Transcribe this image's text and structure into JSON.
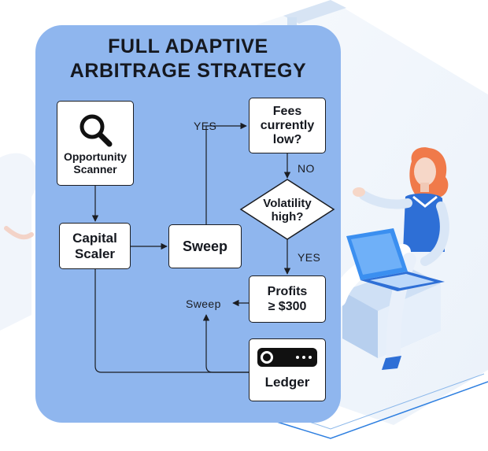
{
  "title": {
    "line1": "FULL ADAPTIVE",
    "line2": "ARBITRAGE STRATEGY"
  },
  "nodes": {
    "scanner": {
      "line1": "Opportunity",
      "line2": "Scanner",
      "icon": "search-icon"
    },
    "capital": {
      "line1": "Capital",
      "line2": "Scaler"
    },
    "sweep": {
      "label": "Sweep"
    },
    "fees": {
      "line1": "Fees",
      "line2": "currently",
      "line3": "low?"
    },
    "volatility": {
      "line1": "Volatility",
      "line2": "high?"
    },
    "profits": {
      "line1": "Profits",
      "line2": "≥ $300"
    },
    "ledger": {
      "label": "Ledger",
      "icon": "hardware-wallet-icon"
    }
  },
  "edges": {
    "sweep_to_fees": "YES",
    "fees_to_volatility": "NO",
    "volatility_to_profits": "YES",
    "profits_to_ledger": "Sweep"
  },
  "colors": {
    "panel": "#8fb6ee",
    "line": "#1b1d22",
    "illustration_accent": "#2e7fe0",
    "hair": "#f07a4a"
  }
}
